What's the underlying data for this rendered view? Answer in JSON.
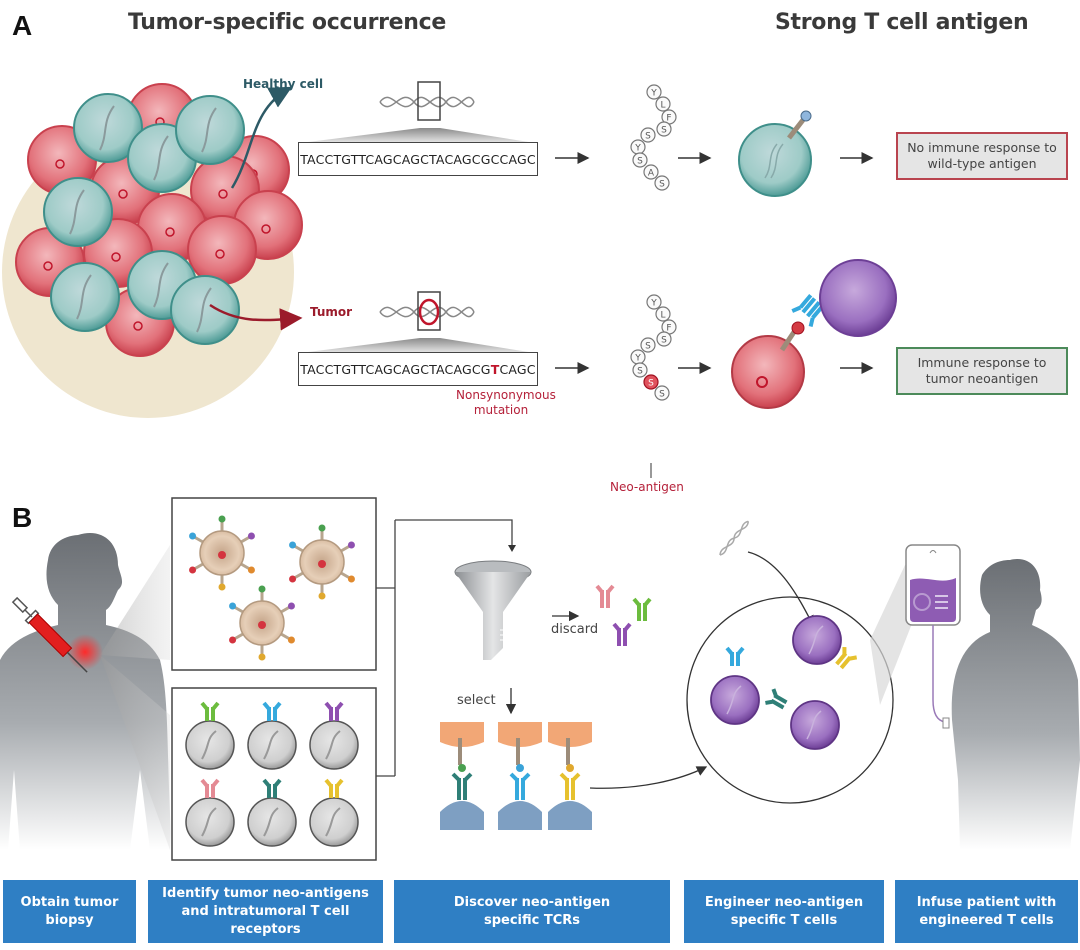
{
  "panel_a": {
    "letter": "A",
    "title_left": "Tumor-specific occurrence",
    "title_right": "Strong T cell antigen",
    "healthy_label": "Healthy cell",
    "tumor_label": "Tumor",
    "healthy_sequence": "TACCTGTTCAGCAGCTACAGCGCCAGC",
    "tumor_sequence_prefix": "TACCTGTTCAGCAGCTACAGCG",
    "tumor_sequence_mutation": "T",
    "tumor_sequence_suffix": "CAGC",
    "mutation_annotation": "Nonsynonymous mutation",
    "neoantigen_label": "Neo-antigen",
    "healthy_peptide": [
      "Y",
      "L",
      "F",
      "S",
      "S",
      "Y",
      "S",
      "A",
      "S"
    ],
    "tumor_peptide": [
      "Y",
      "L",
      "F",
      "S",
      "S",
      "Y",
      "S",
      "S",
      "S"
    ],
    "healthy_result": "No immune response to wild-type antigen",
    "tumor_result": "Immune response to tumor neoantigen"
  },
  "panel_b": {
    "letter": "B",
    "discard_label": "discard",
    "select_label": "select",
    "steps": [
      "Obtain tumor biopsy",
      "Identify tumor neo-antigens and intratumoral T cell receptors",
      "Discover neo-antigen specific TCRs",
      "Engineer neo-antigen specific T cells",
      "Infuse patient with engineered T cells"
    ]
  },
  "colors": {
    "tumor_cell": "#e0616d",
    "healthy_cell": "#8fc7c2",
    "t_cell": "#8e62b0",
    "step_box": "#2f7fc4",
    "mutation": "#c0152b"
  }
}
